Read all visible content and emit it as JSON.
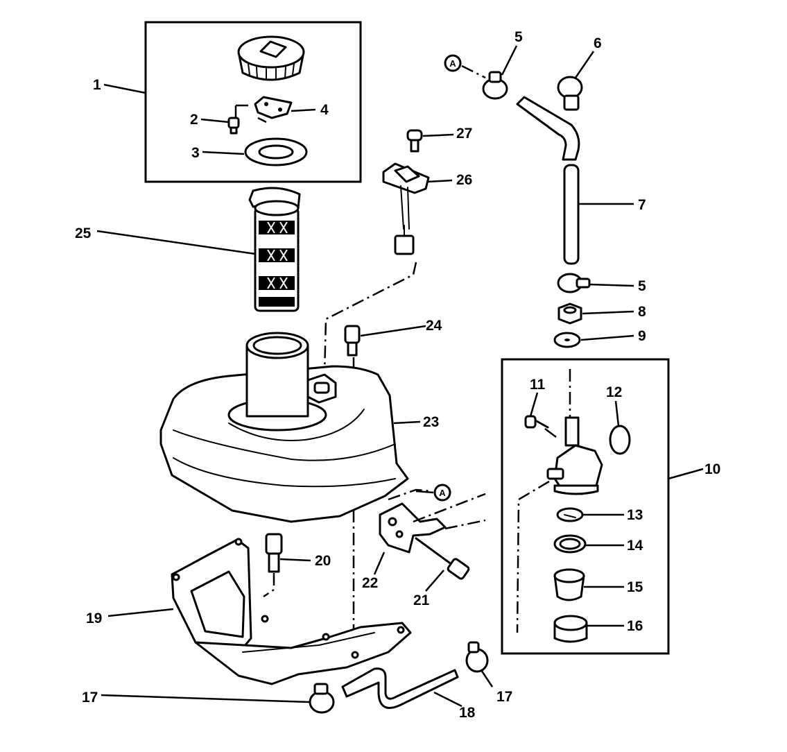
{
  "callouts": {
    "c1": "1",
    "c2": "2",
    "c3": "3",
    "c4": "4",
    "c5a": "5",
    "c5b": "5",
    "c6": "6",
    "c7": "7",
    "c8": "8",
    "c9": "9",
    "c10": "10",
    "c11": "11",
    "c12": "12",
    "c13": "13",
    "c14": "14",
    "c15": "15",
    "c16": "16",
    "c17a": "17",
    "c17b": "17",
    "c18": "18",
    "c19": "19",
    "c20": "20",
    "c21": "21",
    "c22": "22",
    "c23": "23",
    "c24": "24",
    "c25": "25",
    "c26": "26",
    "c27": "27"
  },
  "refs": {
    "a1": "A",
    "a2": "A"
  }
}
